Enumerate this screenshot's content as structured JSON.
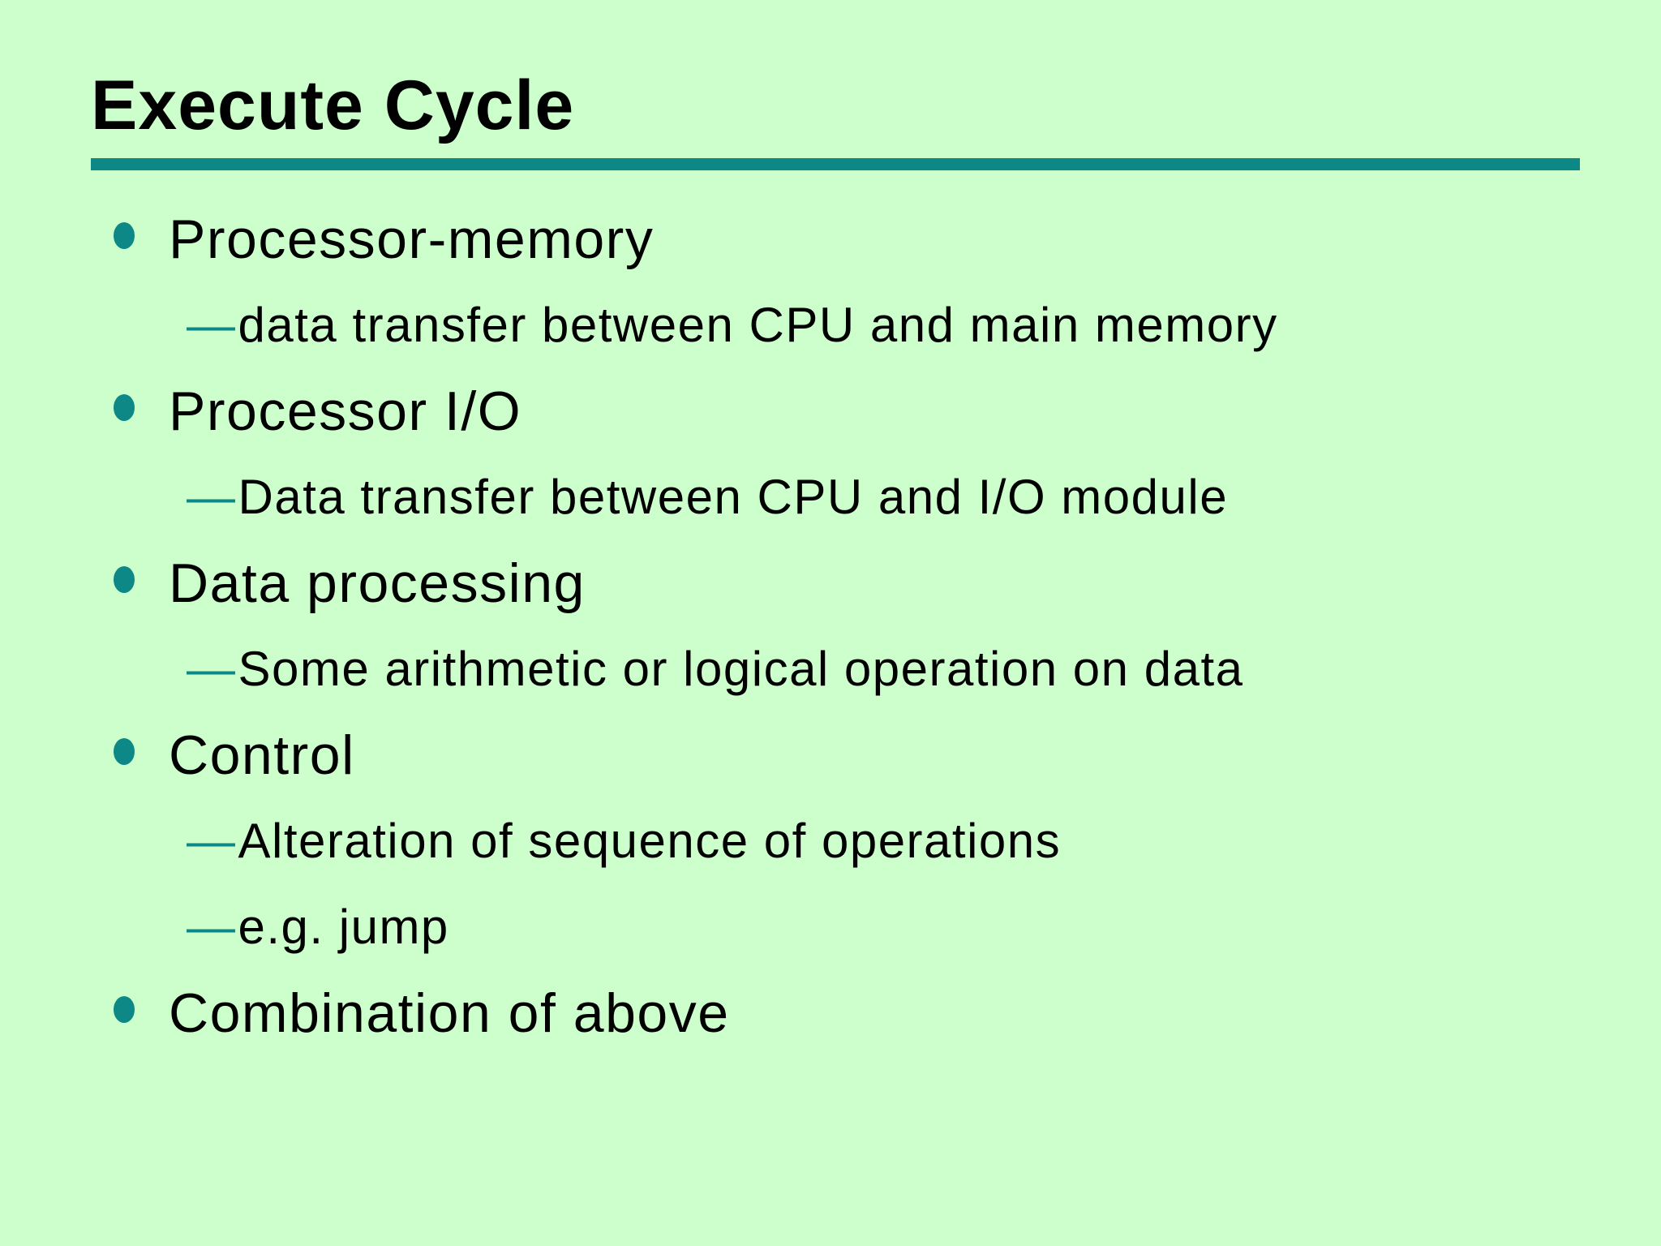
{
  "slide": {
    "title": "Execute Cycle",
    "sub_bullet_glyph": "—",
    "bullets": [
      {
        "label": "Processor-memory",
        "subs": [
          "data transfer between CPU and main memory"
        ]
      },
      {
        "label": "Processor I/O",
        "subs": [
          "Data transfer between CPU and I/O module"
        ]
      },
      {
        "label": "Data processing",
        "subs": [
          "Some arithmetic or logical operation on data"
        ]
      },
      {
        "label": "Control",
        "subs": [
          "Alteration of sequence of operations",
          "e.g. jump"
        ]
      },
      {
        "label": "Combination of above",
        "subs": []
      }
    ],
    "colors": {
      "background": "#ccffcc",
      "accent_teal": "#0e8787",
      "text": "#000000"
    }
  }
}
